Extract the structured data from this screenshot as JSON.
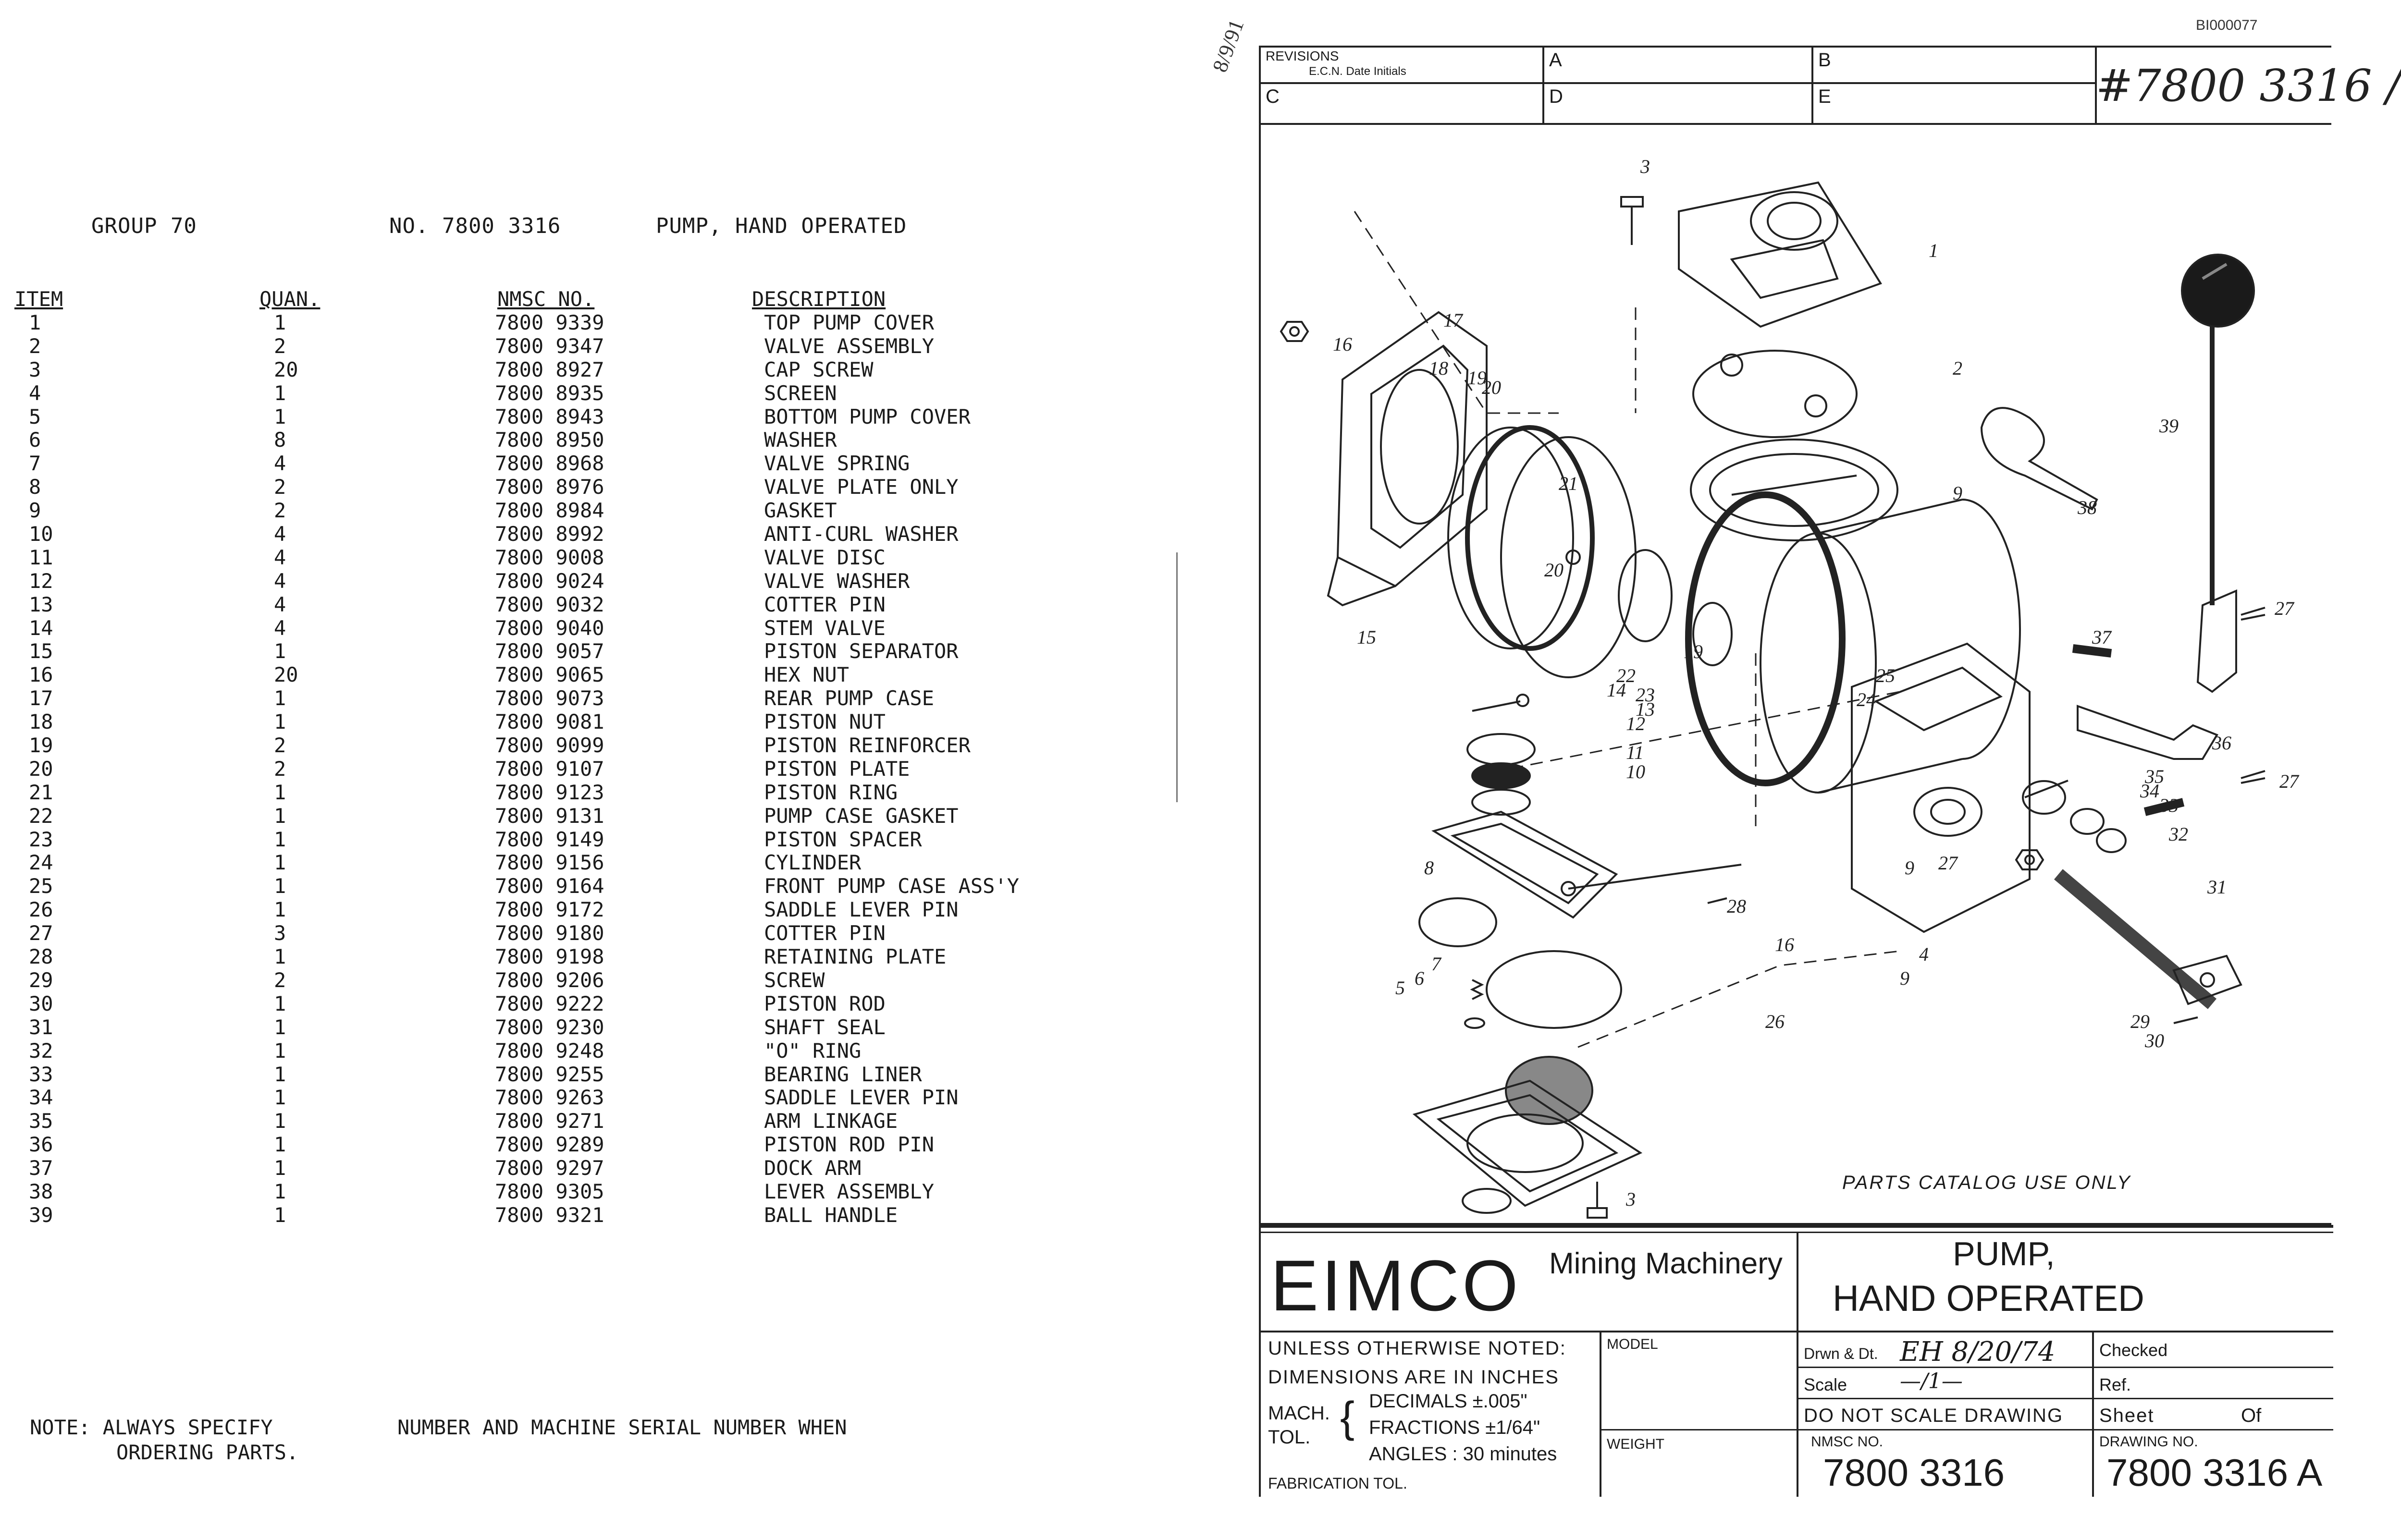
{
  "parts_list": {
    "group": "GROUP 70",
    "number": "NO. 7800 3316",
    "title": "PUMP, HAND OPERATED",
    "columns": [
      "ITEM",
      "QUAN.",
      "NMSC NO.",
      "DESCRIPTION"
    ],
    "rows": [
      {
        "item": "1",
        "quan": "1",
        "nmsc": "7800 9339",
        "desc": "TOP PUMP COVER"
      },
      {
        "item": "2",
        "quan": "2",
        "nmsc": "7800 9347",
        "desc": "VALVE ASSEMBLY"
      },
      {
        "item": "3",
        "quan": "20",
        "nmsc": "7800 8927",
        "desc": "CAP SCREW"
      },
      {
        "item": "4",
        "quan": "1",
        "nmsc": "7800 8935",
        "desc": "SCREEN"
      },
      {
        "item": "5",
        "quan": "1",
        "nmsc": "7800 8943",
        "desc": "BOTTOM PUMP COVER"
      },
      {
        "item": "6",
        "quan": "8",
        "nmsc": "7800 8950",
        "desc": "WASHER"
      },
      {
        "item": "7",
        "quan": "4",
        "nmsc": "7800 8968",
        "desc": "VALVE SPRING"
      },
      {
        "item": "8",
        "quan": "2",
        "nmsc": "7800 8976",
        "desc": "VALVE PLATE ONLY"
      },
      {
        "item": "9",
        "quan": "2",
        "nmsc": "7800 8984",
        "desc": "GASKET"
      },
      {
        "item": "10",
        "quan": "4",
        "nmsc": "7800 8992",
        "desc": "ANTI-CURL WASHER"
      },
      {
        "item": "11",
        "quan": "4",
        "nmsc": "7800 9008",
        "desc": "VALVE DISC"
      },
      {
        "item": "12",
        "quan": "4",
        "nmsc": "7800 9024",
        "desc": "VALVE WASHER"
      },
      {
        "item": "13",
        "quan": "4",
        "nmsc": "7800 9032",
        "desc": "COTTER PIN"
      },
      {
        "item": "14",
        "quan": "4",
        "nmsc": "7800 9040",
        "desc": "STEM VALVE"
      },
      {
        "item": "15",
        "quan": "1",
        "nmsc": "7800 9057",
        "desc": "PISTON SEPARATOR"
      },
      {
        "item": "16",
        "quan": "20",
        "nmsc": "7800 9065",
        "desc": "HEX NUT"
      },
      {
        "item": "17",
        "quan": "1",
        "nmsc": "7800 9073",
        "desc": "REAR PUMP CASE"
      },
      {
        "item": "18",
        "quan": "1",
        "nmsc": "7800 9081",
        "desc": "PISTON NUT"
      },
      {
        "item": "19",
        "quan": "2",
        "nmsc": "7800 9099",
        "desc": "PISTON REINFORCER"
      },
      {
        "item": "20",
        "quan": "2",
        "nmsc": "7800 9107",
        "desc": "PISTON PLATE"
      },
      {
        "item": "21",
        "quan": "1",
        "nmsc": "7800 9123",
        "desc": "PISTON RING"
      },
      {
        "item": "22",
        "quan": "1",
        "nmsc": "7800 9131",
        "desc": "PUMP CASE GASKET"
      },
      {
        "item": "23",
        "quan": "1",
        "nmsc": "7800 9149",
        "desc": "PISTON SPACER"
      },
      {
        "item": "24",
        "quan": "1",
        "nmsc": "7800 9156",
        "desc": "CYLINDER"
      },
      {
        "item": "25",
        "quan": "1",
        "nmsc": "7800 9164",
        "desc": "FRONT PUMP CASE ASS'Y"
      },
      {
        "item": "26",
        "quan": "1",
        "nmsc": "7800 9172",
        "desc": "SADDLE LEVER PIN"
      },
      {
        "item": "27",
        "quan": "3",
        "nmsc": "7800 9180",
        "desc": "COTTER PIN"
      },
      {
        "item": "28",
        "quan": "1",
        "nmsc": "7800 9198",
        "desc": "RETAINING PLATE"
      },
      {
        "item": "29",
        "quan": "2",
        "nmsc": "7800 9206",
        "desc": "SCREW"
      },
      {
        "item": "30",
        "quan": "1",
        "nmsc": "7800 9222",
        "desc": "PISTON ROD"
      },
      {
        "item": "31",
        "quan": "1",
        "nmsc": "7800 9230",
        "desc": "SHAFT SEAL"
      },
      {
        "item": "32",
        "quan": "1",
        "nmsc": "7800 9248",
        "desc": "\"O\" RING"
      },
      {
        "item": "33",
        "quan": "1",
        "nmsc": "7800 9255",
        "desc": "BEARING LINER"
      },
      {
        "item": "34",
        "quan": "1",
        "nmsc": "7800 9263",
        "desc": "SADDLE LEVER PIN"
      },
      {
        "item": "35",
        "quan": "1",
        "nmsc": "7800 9271",
        "desc": "ARM LINKAGE"
      },
      {
        "item": "36",
        "quan": "1",
        "nmsc": "7800 9289",
        "desc": "PISTON ROD PIN"
      },
      {
        "item": "37",
        "quan": "1",
        "nmsc": "7800 9297",
        "desc": "DOCK ARM"
      },
      {
        "item": "38",
        "quan": "1",
        "nmsc": "7800 9305",
        "desc": "LEVER ASSEMBLY"
      },
      {
        "item": "39",
        "quan": "1",
        "nmsc": "7800 9321",
        "desc": "BALL HANDLE"
      }
    ],
    "note_line1": "NOTE: ALWAYS SPECIFY",
    "note_line1b": "NUMBER AND MACHINE SERIAL NUMBER WHEN",
    "note_line2": "ORDERING PARTS."
  },
  "drawing_sheet": {
    "doc_id": "BI000077",
    "margin_note": "8/9/91",
    "revisions_label": "REVISIONS",
    "revisions_sub": "E.C.N.  Date  Initials",
    "rev_cells": [
      "A",
      "B",
      "C",
      "D",
      "E"
    ],
    "handwritten_number": "#7800 3316 /",
    "callouts": [
      "1",
      "2",
      "3",
      "3",
      "4",
      "5",
      "6",
      "7",
      "8",
      "9",
      "9",
      "9",
      "10",
      "11",
      "12",
      "13",
      "14",
      "15",
      "16",
      "16",
      "17",
      "18",
      "19",
      "19",
      "20",
      "20",
      "21",
      "22",
      "23",
      "24",
      "25",
      "26",
      "27",
      "27",
      "27",
      "28",
      "29",
      "30",
      "31",
      "32",
      "33",
      "34",
      "35",
      "36",
      "37",
      "38",
      "39"
    ],
    "parts_catalog_note": "PARTS CATALOG USE ONLY",
    "company": "EIMCO",
    "company_division": "Mining Machinery",
    "title_line1": "PUMP,",
    "title_line2": "HAND OPERATED",
    "tol_unless": "UNLESS OTHERWISE NOTED:",
    "tol_dims": "DIMENSIONS ARE IN INCHES",
    "tol_mach": "MACH.",
    "tol_tol": "TOL.",
    "tol_decimals": "DECIMALS ±.005\"",
    "tol_fractions": "FRACTIONS ±1/64\"",
    "tol_angles": "ANGLES : 30 minutes",
    "tol_fabrication": "FABRICATION TOL.",
    "model_label": "MODEL",
    "weight_label": "WEIGHT",
    "drwn_label": "Drwn & Dt.",
    "drwn_value": "EH 8/20/74",
    "checked_label": "Checked",
    "scale_label": "Scale",
    "scale_value": "—/1—",
    "ref_label": "Ref.",
    "do_not_scale": "DO NOT SCALE DRAWING",
    "sheet_label": "Sheet",
    "of_label": "Of",
    "nmsc_label": "NMSC NO.",
    "nmsc_value": "7800 3316",
    "drawing_label": "DRAWING NO.",
    "drawing_value": "7800 3316 A"
  }
}
